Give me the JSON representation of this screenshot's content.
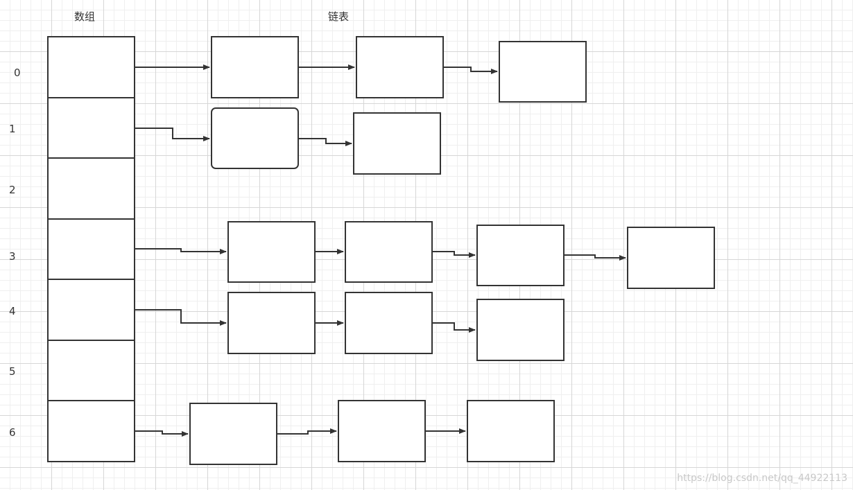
{
  "labels": {
    "array": "数组",
    "linked_list": "链表"
  },
  "indices": [
    "0",
    "1",
    "2",
    "3",
    "4",
    "5",
    "6"
  ],
  "chains": [
    {
      "index": "0",
      "nodes": 3
    },
    {
      "index": "1",
      "nodes": 2
    },
    {
      "index": "2",
      "nodes": 0
    },
    {
      "index": "3",
      "nodes": 4
    },
    {
      "index": "4",
      "nodes": 3
    },
    {
      "index": "5",
      "nodes": 0
    },
    {
      "index": "6",
      "nodes": 3
    }
  ],
  "watermark": "https://blog.csdn.net/qq_44922113",
  "colors": {
    "stroke": "#333333",
    "grid": "#d6d6d6",
    "background": "#ffffff"
  }
}
